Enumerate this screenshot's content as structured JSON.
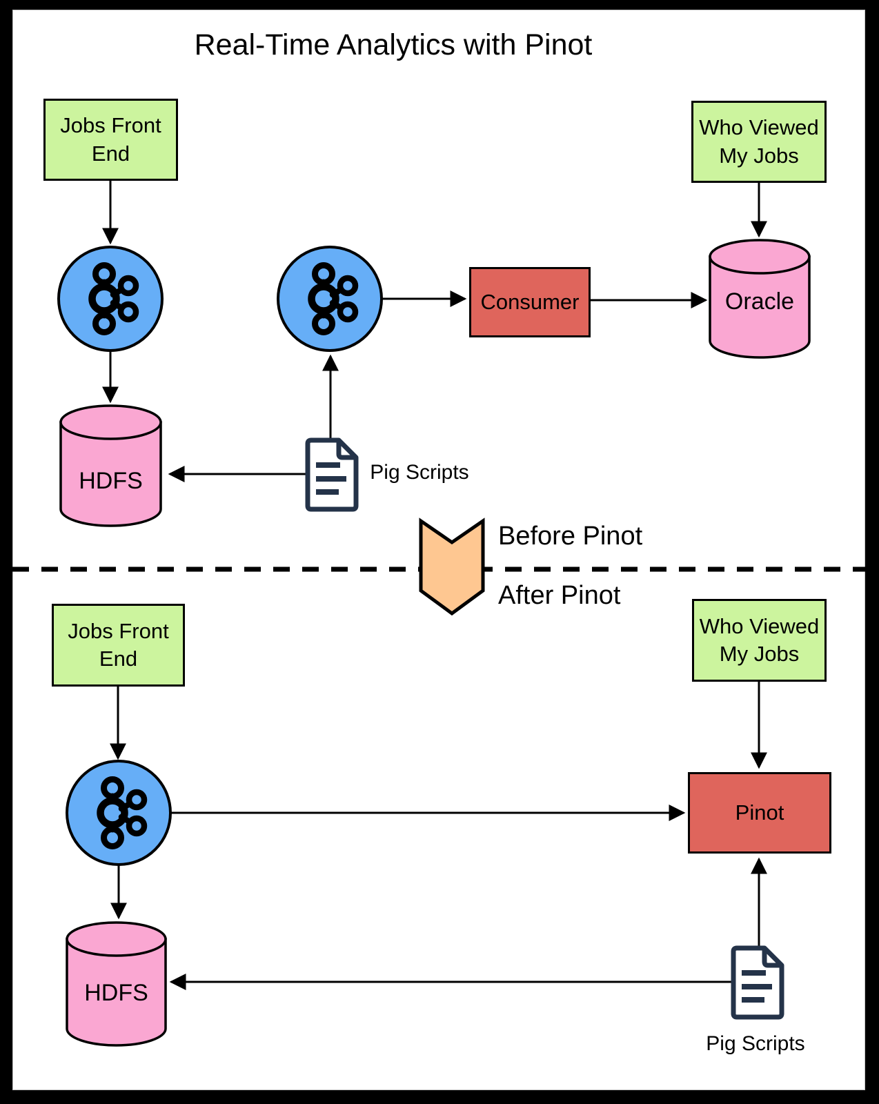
{
  "title": "Real-Time Analytics with Pinot",
  "divider": {
    "before": "Before Pinot",
    "after": "After Pinot"
  },
  "before_section": {
    "jobs_front_end": "Jobs Front End",
    "who_viewed_my_jobs": "Who Viewed My Jobs",
    "consumer": "Consumer",
    "oracle": "Oracle",
    "hdfs": "HDFS",
    "pig_scripts": "Pig Scripts"
  },
  "after_section": {
    "jobs_front_end": "Jobs Front End",
    "who_viewed_my_jobs": "Who Viewed My Jobs",
    "pinot": "Pinot",
    "hdfs": "HDFS",
    "pig_scripts": "Pig Scripts"
  },
  "icons": {
    "kafka": "kafka-icon",
    "pig_scripts_document": "document-icon",
    "divider_chevron": "chevron-down-icon"
  },
  "colors": {
    "node_green": "#ccf49e",
    "node_pink": "#faa7d2",
    "node_blue": "#66aef7",
    "node_red": "#df655c",
    "chevron_orange": "#fec791",
    "document_stroke": "#243349",
    "line_black": "#000000"
  }
}
